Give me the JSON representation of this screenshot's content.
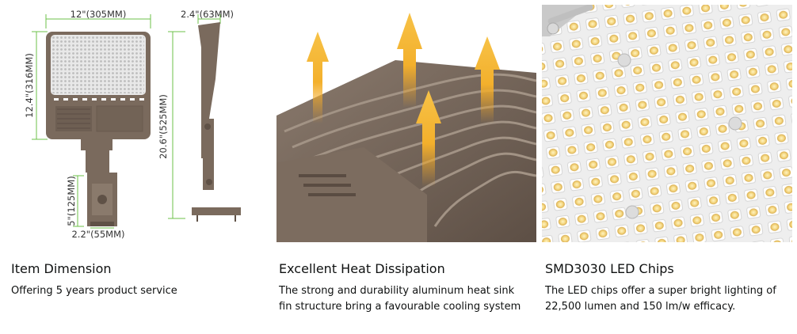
{
  "features": [
    {
      "title": "Item Dimension",
      "description": "Offering 5 years product service",
      "image": "shoebox-light-dimension-drawing",
      "dimensions": {
        "width": "12\"(305MM)",
        "height": "12.4\"(316MM)",
        "depth": "2.4\"(63MM)",
        "total_height": "20.6\"(525MM)",
        "bracket_height": "5\"(125MM)",
        "bracket_width": "2.2\"(55MM)"
      }
    },
    {
      "title": "Excellent Heat Dissipation",
      "description_lines": [
        "The strong and durability aluminum heat sink",
        "fin structure bring a favourable cooling system"
      ],
      "image": "heat-sink-fins-with-arrows"
    },
    {
      "title": "SMD3030 LED Chips",
      "description_lines": [
        "The LED chips offer a super bright lighting of",
        "22,500 lumen and 150 lm/w efficacy."
      ],
      "image": "led-chip-array-closeup"
    }
  ],
  "colors": {
    "dimension_line": "#6cc04a",
    "housing": "#7a6a5d",
    "arrow": "#f2b233",
    "text": "#0f1111"
  }
}
